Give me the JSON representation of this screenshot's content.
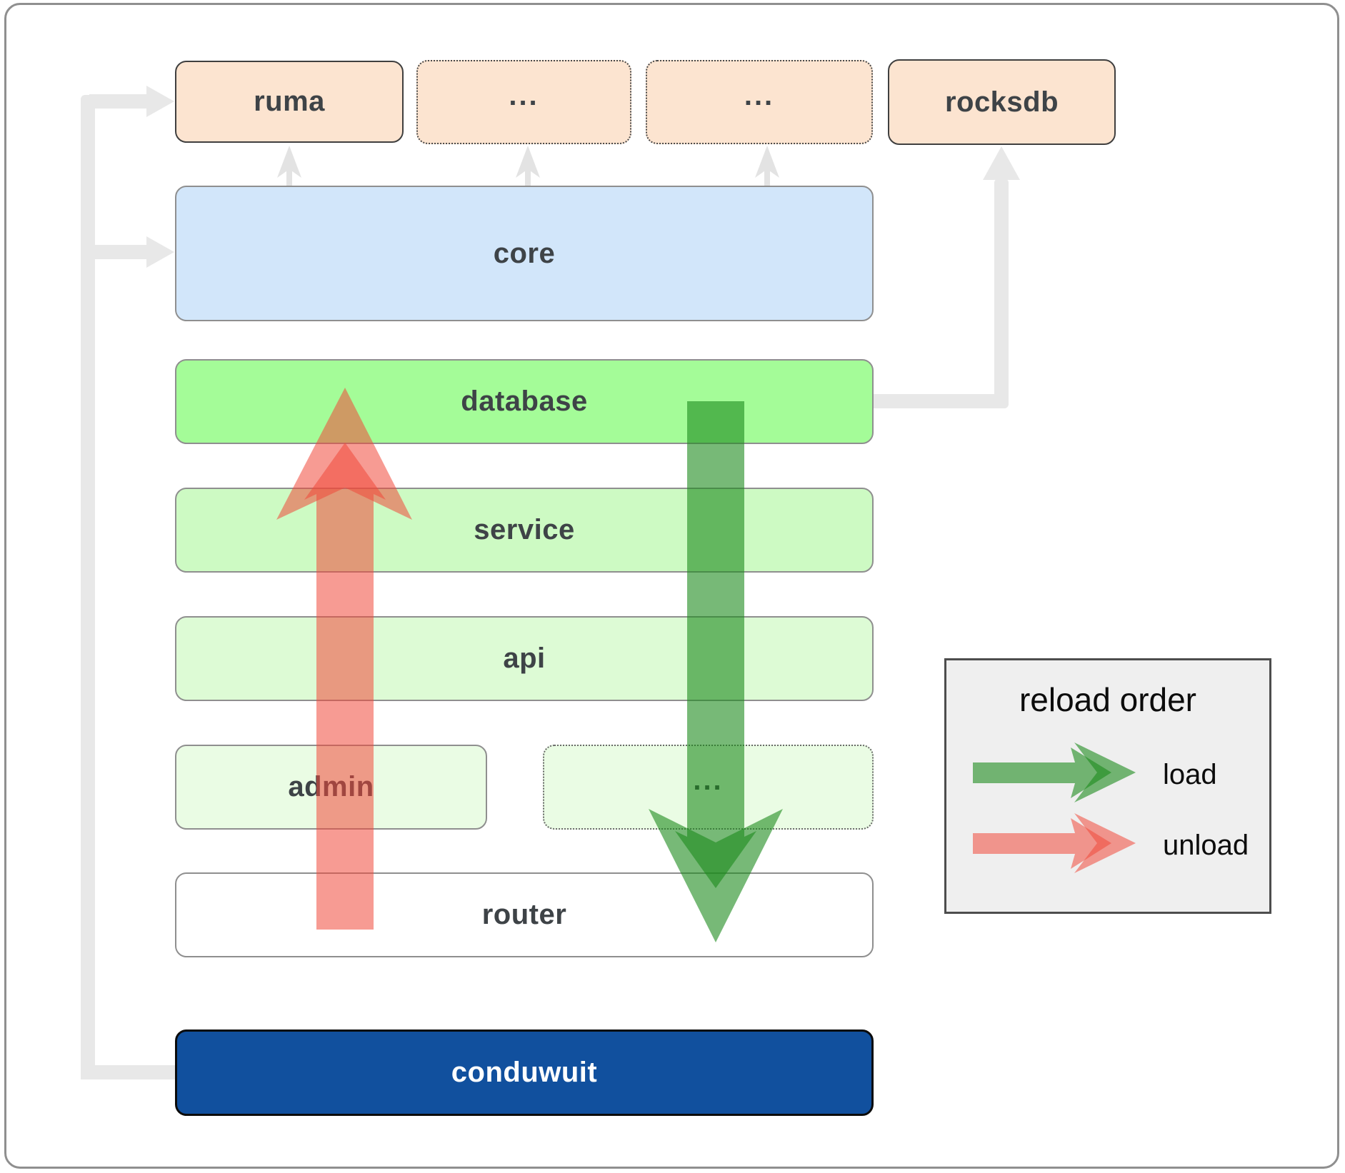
{
  "diagram": {
    "nodes": {
      "ruma": {
        "label": "ruma"
      },
      "ellipsis1": {
        "label": "..."
      },
      "ellipsis2": {
        "label": "..."
      },
      "rocksdb": {
        "label": "rocksdb"
      },
      "core": {
        "label": "core"
      },
      "database": {
        "label": "database"
      },
      "service": {
        "label": "service"
      },
      "api": {
        "label": "api"
      },
      "admin": {
        "label": "admin"
      },
      "ellipsis3": {
        "label": "..."
      },
      "router": {
        "label": "router"
      },
      "conduwuit": {
        "label": "conduwuit"
      }
    },
    "edges": [
      {
        "from": "conduwuit",
        "to": "ruma",
        "style": "gray-connector"
      },
      {
        "from": "conduwuit",
        "to": "core",
        "style": "gray-connector"
      },
      {
        "from": "core",
        "to": "ruma",
        "style": "gray-connector"
      },
      {
        "from": "core",
        "to": "ellipsis1",
        "style": "gray-connector"
      },
      {
        "from": "core",
        "to": "ellipsis2",
        "style": "gray-connector"
      },
      {
        "from": "database",
        "to": "rocksdb",
        "style": "gray-connector"
      },
      {
        "from": "database",
        "to": "router",
        "style": "load-arrow"
      },
      {
        "from": "router",
        "to": "database",
        "style": "unload-arrow"
      }
    ],
    "legend": {
      "title": "reload order",
      "items": [
        {
          "label": "load",
          "color": "#1d8a1d"
        },
        {
          "label": "unload",
          "color": "#f0493b"
        }
      ]
    },
    "colors": {
      "dependency_fill": "#fce4d0",
      "core_fill": "#d2e6fa",
      "database_fill": "#a4fc98",
      "service_fill": "#cdfac3",
      "api_fill": "#ddfbd5",
      "admin_fill": "#eafce4",
      "router_fill": "#ffffff",
      "conduwuit_fill": "#11509e",
      "connector_gray": "#e8e8e8",
      "load_arrow_green": "#1d8a1d",
      "unload_arrow_red": "#f0493b",
      "legend_bg": "#efefef"
    }
  }
}
